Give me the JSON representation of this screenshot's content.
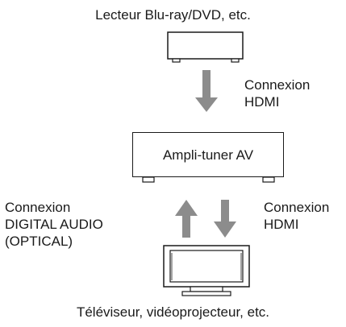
{
  "devices": {
    "player_label": "Lecteur Blu-ray/DVD, etc.",
    "amplifier_label": "Ampli-tuner AV",
    "tv_label": "Téléviseur, vidéoprojecteur, etc."
  },
  "connections": {
    "top": [
      "Connexion",
      "HDMI"
    ],
    "right": [
      "Connexion",
      "HDMI"
    ],
    "left": [
      "Connexion",
      "DIGITAL AUDIO",
      "(OPTICAL)"
    ]
  },
  "colors": {
    "arrow": "#8c8c8c",
    "outline": "#1a1a1a"
  }
}
